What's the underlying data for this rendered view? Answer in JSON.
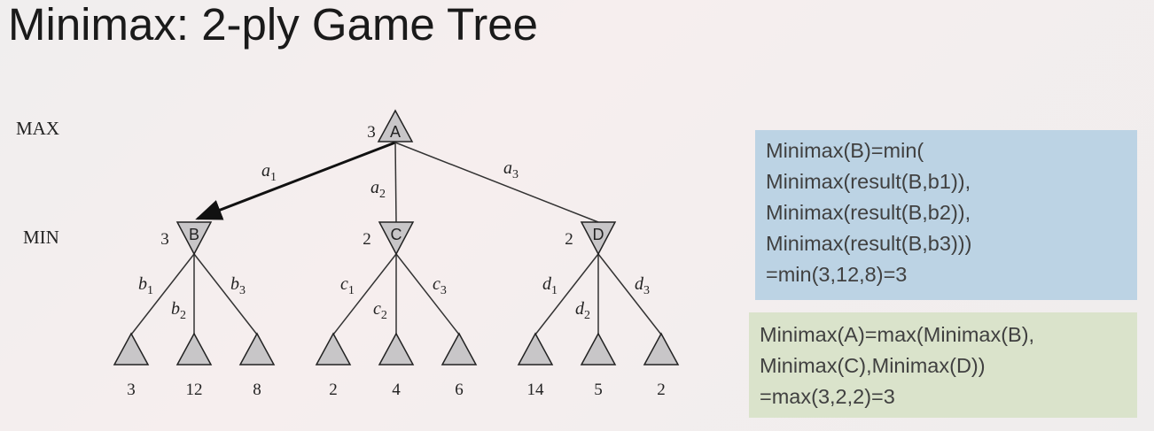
{
  "title": "Minimax: 2-ply Game Tree",
  "tree": {
    "level_labels": [
      "MAX",
      "MIN"
    ],
    "root": {
      "name": "A",
      "value": "3"
    },
    "min_nodes": [
      {
        "name": "B",
        "value": "3"
      },
      {
        "name": "C",
        "value": "2"
      },
      {
        "name": "D",
        "value": "2"
      }
    ],
    "root_actions": [
      "a",
      "a",
      "a"
    ],
    "root_action_subs": [
      "1",
      "2",
      "3"
    ],
    "min_actions": [
      [
        "b",
        "b",
        "b"
      ],
      [
        "c",
        "c",
        "c"
      ],
      [
        "d",
        "d",
        "d"
      ]
    ],
    "leaf_values": [
      "3",
      "12",
      "8",
      "2",
      "4",
      "6",
      "14",
      "5",
      "2"
    ],
    "best_move": "a1"
  },
  "box_b": {
    "lines": [
      "Minimax(B)=min(",
      "Minimax(result(B,b1)),",
      "Minimax(result(B,b2)),",
      "Minimax(result(B,b3)))",
      "=min(3,12,8)=3"
    ]
  },
  "box_a": {
    "lines": [
      "Minimax(A)=max(Minimax(B),",
      "Minimax(C),Minimax(D))",
      "=max(3,2,2)=3"
    ]
  }
}
